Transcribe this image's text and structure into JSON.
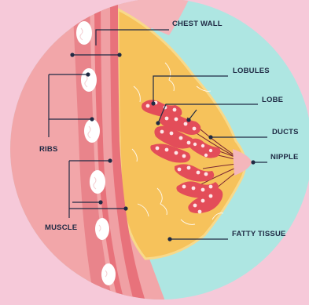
{
  "labels": {
    "chest_wall": "CHEST WALL",
    "lobules": "LOBULES",
    "lobe": "LOBE",
    "ducts": "DUCTS",
    "nipple": "NIPPLE",
    "ribs": "RIBS",
    "muscle": "MUSCLE",
    "fatty_tissue": "FATTY TISSUE"
  },
  "colors": {
    "background": "#f6c9d9",
    "circle_bg": "#aee6e2",
    "chest_pink": "#f2a6a9",
    "muscle": "#e8727b",
    "muscle_light": "#f3b3b7",
    "fatty_tissue": "#f6c25b",
    "fat_outline": "#f8d98a",
    "lobule": "#e34d59",
    "lobule_dot": "#fde6e8",
    "duct_line": "#7a2633",
    "rib": "#ffffff",
    "leader_line": "#1f2a44",
    "text": "#1f2a44"
  }
}
